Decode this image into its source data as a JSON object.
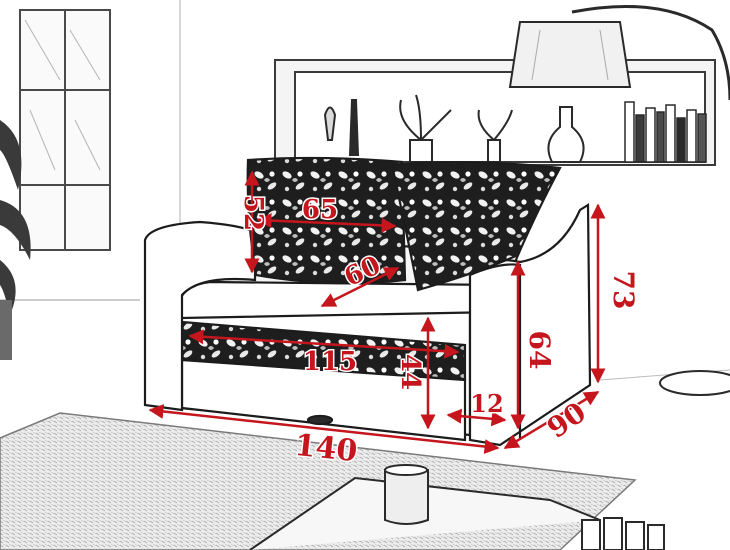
{
  "colors": {
    "dimension": "#c5161d",
    "sketch": "#2a2a2a",
    "background": "#ffffff"
  },
  "dimensions": {
    "cushion_height": "52",
    "cushion_width": "65",
    "seat_depth": "60",
    "total_height": "73",
    "armrest_height": "64",
    "sleeping_width": "115",
    "drawer_height": "44",
    "leg_clearance": "12",
    "total_width": "140",
    "total_depth": "90"
  }
}
